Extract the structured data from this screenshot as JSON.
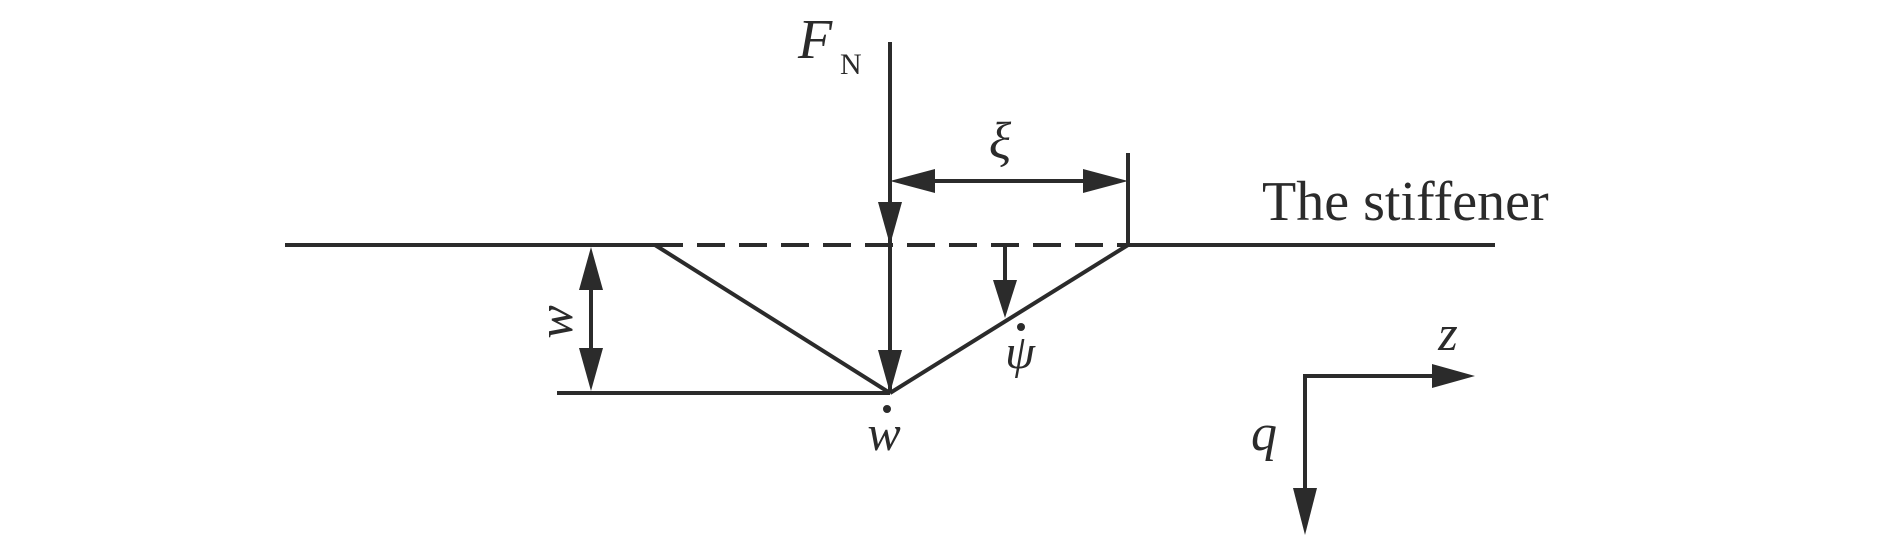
{
  "diagram": {
    "type": "mechanics-schematic",
    "stroke_color": "#2b2b2b",
    "background": "#ffffff",
    "labels": {
      "force": "F",
      "force_subscript": "N",
      "xi": "ξ",
      "stiffener": "The stiffener",
      "w_amplitude": "w",
      "w_dot": "w",
      "psi_dot": "ψ",
      "axis_z": "z",
      "axis_q": "q"
    },
    "elements": [
      "stiffener-line (solid, with dashed reference segment)",
      "applied-force arrow F_N (downward)",
      "dimension arrow ξ (horizontal, double-headed)",
      "dimension arrow w (vertical, double-headed)",
      "deflected profile (V shape)",
      "rotation indicator ψ̇ arrow",
      "coordinate axes z (right) and q (down)"
    ]
  }
}
